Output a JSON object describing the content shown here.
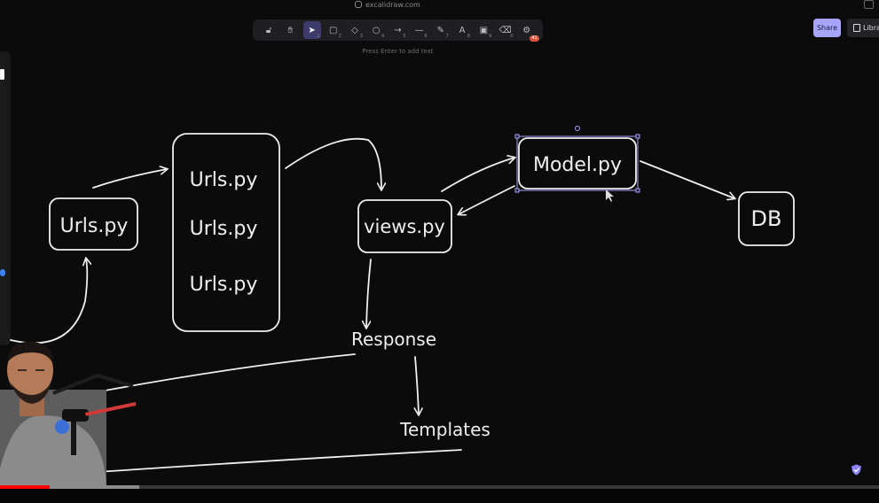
{
  "browser": {
    "url": "excalidraw.com"
  },
  "toolbar": {
    "tools": [
      {
        "name": "lock-tool",
        "glyph": "🔓︎",
        "hotkey": ""
      },
      {
        "name": "hand-tool",
        "glyph": "✋︎",
        "hotkey": ""
      },
      {
        "name": "selection-tool",
        "glyph": "➤",
        "hotkey": "1",
        "active": true
      },
      {
        "name": "rectangle-tool",
        "glyph": "▢",
        "hotkey": "2"
      },
      {
        "name": "diamond-tool",
        "glyph": "◇",
        "hotkey": "3"
      },
      {
        "name": "ellipse-tool",
        "glyph": "○",
        "hotkey": "4"
      },
      {
        "name": "arrow-tool",
        "glyph": "→",
        "hotkey": "5"
      },
      {
        "name": "line-tool",
        "glyph": "—",
        "hotkey": "6"
      },
      {
        "name": "pencil-tool",
        "glyph": "✎",
        "hotkey": "7"
      },
      {
        "name": "text-tool",
        "glyph": "A",
        "hotkey": "8"
      },
      {
        "name": "image-tool",
        "glyph": "▣",
        "hotkey": "9"
      },
      {
        "name": "eraser-tool",
        "glyph": "⌫",
        "hotkey": "0"
      },
      {
        "name": "extra-tools",
        "glyph": "⚙",
        "hotkey": "",
        "badge": "41"
      }
    ],
    "hint": "Press Enter to add text"
  },
  "share_label": "Share",
  "library_label": "Libra",
  "diagram": {
    "nodes": {
      "urls_left": "Urls.py",
      "urls_stack": [
        "Urls.py",
        "Urls.py",
        "Urls.py"
      ],
      "views": "views.py",
      "model": "Model.py",
      "db": "DB",
      "response": "Response",
      "templates": "Templates"
    }
  },
  "video": {
    "played_fraction": 0.057,
    "buffered_fraction": 0.158
  },
  "colors": {
    "share": "#a8a5ff",
    "progress": "#ff0000",
    "selection": "#a8a5ff"
  }
}
